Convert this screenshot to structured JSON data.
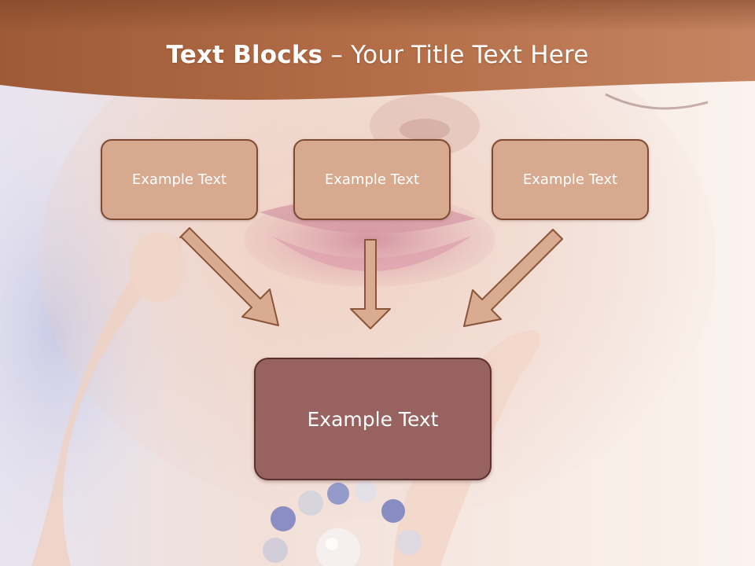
{
  "slide": {
    "title_bold": "Text Blocks",
    "title_dash": " – ",
    "title_rest": "Your Title Text Here"
  },
  "boxes": {
    "left": "Example Text",
    "center": "Example Text",
    "right": "Example Text",
    "bottom": "Example Text"
  },
  "colors": {
    "header_band": "#a5603d",
    "small_box_fill": "#d7a98e",
    "small_box_border": "#7e4b32",
    "large_box_fill": "#986261",
    "large_box_border": "#5b3130",
    "arrow_fill": "#d9ab90",
    "arrow_stroke": "#8a553a"
  }
}
